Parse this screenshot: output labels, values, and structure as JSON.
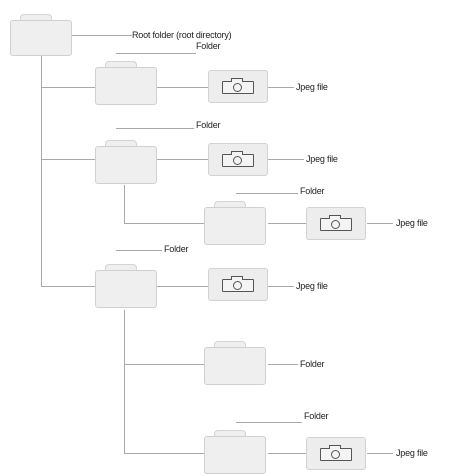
{
  "root": {
    "label": "Root folder (root directory)"
  },
  "labels": {
    "folder": "Folder",
    "jpeg": "Jpeg file"
  },
  "icons": {
    "folder": "folder-icon",
    "jpeg": "camera-icon"
  }
}
